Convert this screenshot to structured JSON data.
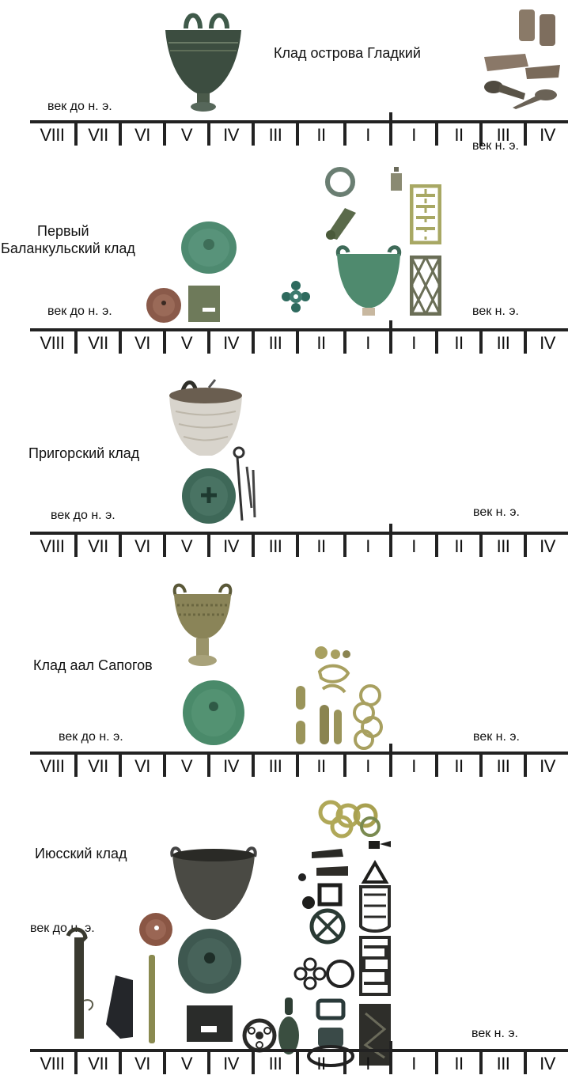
{
  "panels": [
    {
      "title_lines": [
        "Клад острова Гладкий"
      ],
      "era_bce": "век до н. э.",
      "era_ce": "век н. э.",
      "artifacts": [
        "cauldron",
        "knife",
        "knife",
        "knife",
        "ornament",
        "ornament"
      ]
    },
    {
      "title_lines": [
        "Первый",
        "Баланкульский клад"
      ],
      "era_bce": "век до н. э.",
      "era_ce": "век н. э.",
      "artifacts": [
        "mirror",
        "phalera",
        "plaque",
        "cross-pendant",
        "ring",
        "pendant",
        "cauldron",
        "bell",
        "buckle-plaque",
        "buckle-plaque"
      ]
    },
    {
      "title_lines": [
        "Пригорский клад"
      ],
      "era_bce": "век до н. э.",
      "era_ce": "век н. э.",
      "artifacts": [
        "cauldron",
        "mirror",
        "pin",
        "pin"
      ]
    },
    {
      "title_lines": [
        "Клад аал Сапогов"
      ],
      "era_bce": "век до н. э.",
      "era_ce": "век н. э.",
      "artifacts": [
        "cauldron",
        "mirror",
        "beads",
        "pendants",
        "rings"
      ]
    },
    {
      "title_lines": [
        "Июсский клад"
      ],
      "era_bce": "век до н. э.",
      "era_ce": "век н. э.",
      "artifacts": [
        "cauldron",
        "mirror",
        "phalera",
        "axe",
        "celt",
        "pin",
        "plaque",
        "wheel-ornament",
        "pendant",
        "rings",
        "buckles",
        "plaques"
      ]
    }
  ],
  "timeline_labels": [
    "VIII",
    "VII",
    "VI",
    "V",
    "IV",
    "III",
    "II",
    "I",
    "I",
    "II",
    "III",
    "IV"
  ],
  "colors": {
    "line": "#222222",
    "bronze_green": "#4f7f66",
    "bronze_dark": "#3b3b2e",
    "clay": "#c8c2b6"
  }
}
